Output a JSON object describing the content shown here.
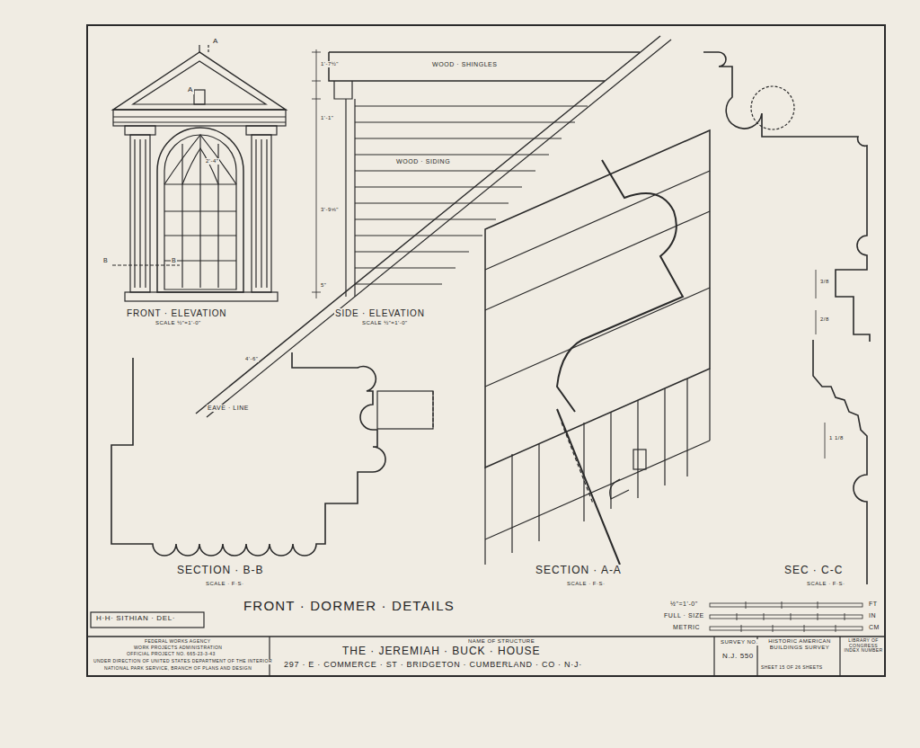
{
  "diagram": {
    "title": "FRONT · DORMER · DETAILS",
    "labels": [
      "FRONT · ELEVATION",
      "SCALE ½\"=1'-0\"",
      "SIDE · ELEVATION",
      "SCALE ½\"=1'-0\"",
      "WOOD · SHINGLES",
      "WOOD · SIDING",
      "EAVE · LINE",
      "SECTION · B-B",
      "SCALE · F·S·",
      "SECTION · A-A",
      "SCALE · F·S·",
      "SEC · C-C",
      "SCALE · F·S·",
      "H·H· SITHIAN · DEL·",
      "½\"=1'-0\"",
      "FT",
      "FULL · SIZE",
      "IN",
      "METRIC",
      "CM",
      "FEDERAL WORKS AGENCY",
      "WORK PROJECTS ADMINISTRATION",
      "OFFICIAL PROJECT NO. 665-23-3-43",
      "UNDER DIRECTION OF UNITED STATES DEPARTMENT OF THE INTERIOR",
      "NATIONAL PARK SERVICE, BRANCH OF PLANS AND DESIGN",
      "NAME OF STRUCTURE",
      "THE · JEREMIAH · BUCK · HOUSE",
      "297 · E · COMMERCE · ST · BRIDGETON · CUMBERLAND · CO · N·J·",
      "SURVEY NO.",
      "N.J. 550",
      "HISTORIC AMERICAN BUILDINGS SURVEY",
      "SHEET 15 OF 26 SHEETS",
      "LIBRARY OF CONGRESS INDEX NUMBER",
      "A",
      "A",
      "B",
      "B",
      "1'-7½\"",
      "1'-1\"",
      "3'-9⅝\"",
      "5\"",
      "4'-6\"",
      "2'-4\"",
      "3/8",
      "2/8",
      "1 1/8"
    ]
  }
}
